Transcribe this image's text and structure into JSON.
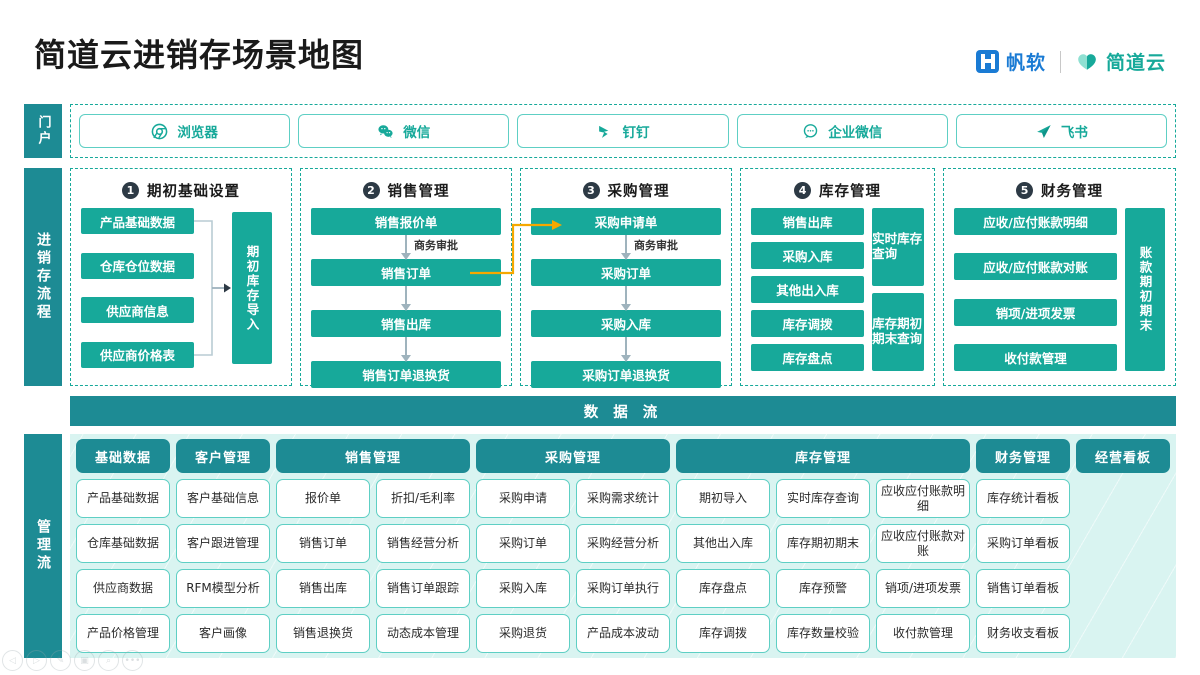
{
  "header": {
    "title": "简道云进销存场景地图",
    "brand_primary": "帆软",
    "brand_secondary": "简道云",
    "brand_primary_color": "#1a7bd4",
    "brand_secondary_color": "#17a99a"
  },
  "portal": {
    "rail_label": "门户",
    "items": [
      {
        "label": "浏览器",
        "icon": "chrome-icon"
      },
      {
        "label": "微信",
        "icon": "wechat-icon"
      },
      {
        "label": "钉钉",
        "icon": "dingtalk-icon"
      },
      {
        "label": "企业微信",
        "icon": "wecom-icon"
      },
      {
        "label": "飞书",
        "icon": "feishu-icon"
      }
    ]
  },
  "process_flow": {
    "rail_label": "进销存流程",
    "sections": [
      {
        "number": "1",
        "title": "期初基础设置",
        "left_nodes": [
          "产品基础数据",
          "仓库仓位数据",
          "供应商信息",
          "供应商价格表"
        ],
        "right_node": "期初库存导入"
      },
      {
        "number": "2",
        "title": "销售管理",
        "chain": [
          "销售报价单",
          "销售订单",
          "销售出库",
          "销售订单退换货"
        ],
        "connector_labels": [
          "商务审批",
          "",
          ""
        ]
      },
      {
        "number": "3",
        "title": "采购管理",
        "chain": [
          "采购申请单",
          "采购订单",
          "采购入库",
          "采购订单退换货"
        ],
        "connector_labels": [
          "商务审批",
          "",
          ""
        ]
      },
      {
        "number": "4",
        "title": "库存管理",
        "left_nodes": [
          "销售出库",
          "采购入库",
          "其他出入库",
          "库存调拨",
          "库存盘点"
        ],
        "right_nodes": [
          "实时库存查询",
          "库存期初期末查询"
        ]
      },
      {
        "number": "5",
        "title": "财务管理",
        "left_nodes": [
          "应收/应付账款明细",
          "应收/应付账款对账",
          "销项/进项发票",
          "收付款管理"
        ],
        "right_node": "账款期初期末"
      }
    ],
    "cross_link_color": "#f5a800"
  },
  "data_flow": {
    "label": "数 据 流"
  },
  "management_flow": {
    "rail_label": "管理流",
    "columns": [
      {
        "header": "基础数据",
        "span": 1
      },
      {
        "header": "客户管理",
        "span": 1
      },
      {
        "header": "销售管理",
        "span": 2
      },
      {
        "header": "采购管理",
        "span": 2
      },
      {
        "header": "库存管理",
        "span": 3
      },
      {
        "header": "财务管理",
        "span": 1
      },
      {
        "header": "经营看板",
        "span": 1
      }
    ],
    "rows": [
      [
        "产品基础数据",
        "客户基础信息",
        "报价单",
        "折扣/毛利率",
        "采购申请",
        "采购需求统计",
        "期初导入",
        "实时库存查询",
        "应收应付账款明细",
        "库存统计看板"
      ],
      [
        "仓库基础数据",
        "客户跟进管理",
        "销售订单",
        "销售经营分析",
        "采购订单",
        "采购经营分析",
        "其他出入库",
        "库存期初期末",
        "应收应付账款对账",
        "采购订单看板"
      ],
      [
        "供应商数据",
        "RFM模型分析",
        "销售出库",
        "销售订单跟踪",
        "采购入库",
        "采购订单执行",
        "库存盘点",
        "库存预警",
        "销项/进项发票",
        "销售订单看板"
      ],
      [
        "产品价格管理",
        "客户画像",
        "销售退换货",
        "动态成本管理",
        "采购退货",
        "产品成本波动",
        "库存调拨",
        "库存数量校验",
        "收付款管理",
        "财务收支看板"
      ]
    ]
  },
  "controls": [
    {
      "icon": "prev-icon",
      "glyph": "◁"
    },
    {
      "icon": "play-icon",
      "glyph": "▷"
    },
    {
      "icon": "pencil-icon",
      "glyph": "✎"
    },
    {
      "icon": "frame-icon",
      "glyph": "▣"
    },
    {
      "icon": "search-icon",
      "glyph": "⌕"
    },
    {
      "icon": "more-icon",
      "glyph": "•••"
    }
  ]
}
